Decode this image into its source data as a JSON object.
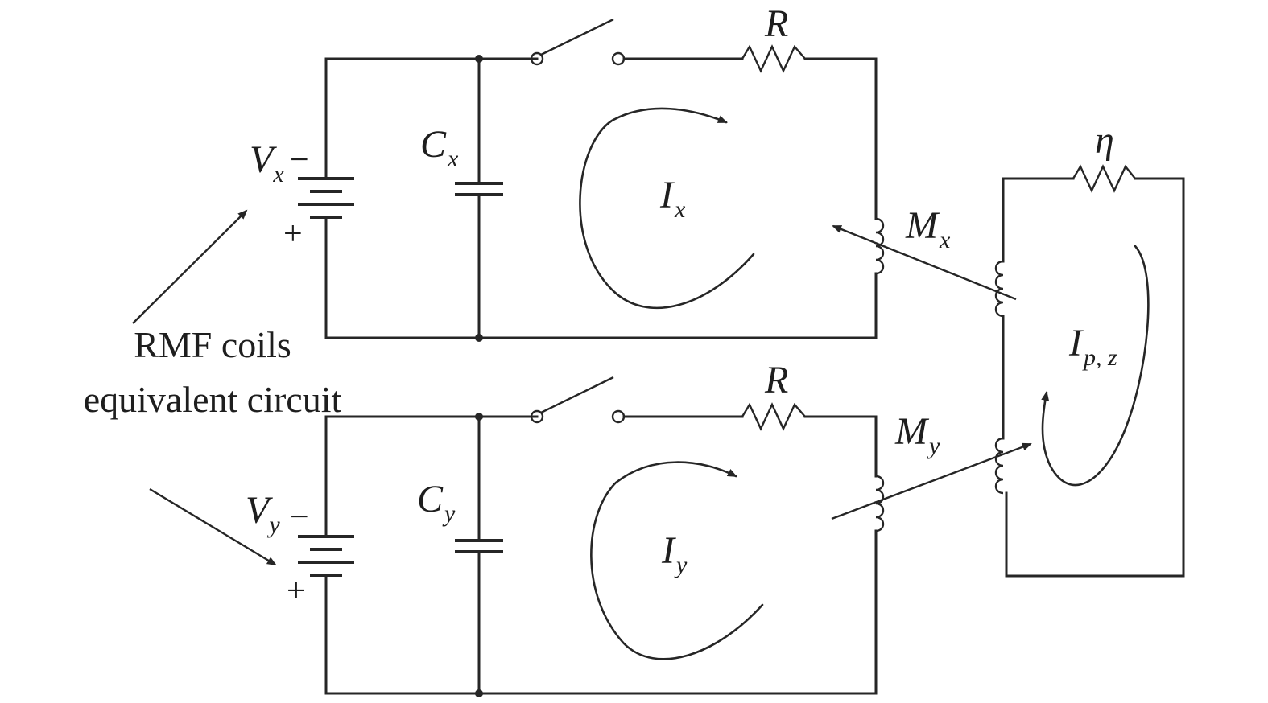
{
  "labels": {
    "resistor_top": "R",
    "resistor_bottom": "R",
    "resistor_plasma": "η",
    "cap_x_main": "C",
    "cap_x_sub": "x",
    "cap_y_main": "C",
    "cap_y_sub": "y",
    "volt_x_main": "V",
    "volt_x_sub": "x",
    "volt_y_main": "V",
    "volt_y_sub": "y",
    "current_x_main": "I",
    "current_x_sub": "x",
    "current_y_main": "I",
    "current_y_sub": "y",
    "current_p_main": "I",
    "current_p_sub": "p, z",
    "mutual_x_main": "M",
    "mutual_x_sub": "x",
    "mutual_y_main": "M",
    "mutual_y_sub": "y",
    "minus_x": "−",
    "plus_x": "+",
    "minus_y": "−",
    "plus_y": "+"
  },
  "caption": {
    "line1": "RMF coils",
    "line2": "equivalent circuit"
  }
}
